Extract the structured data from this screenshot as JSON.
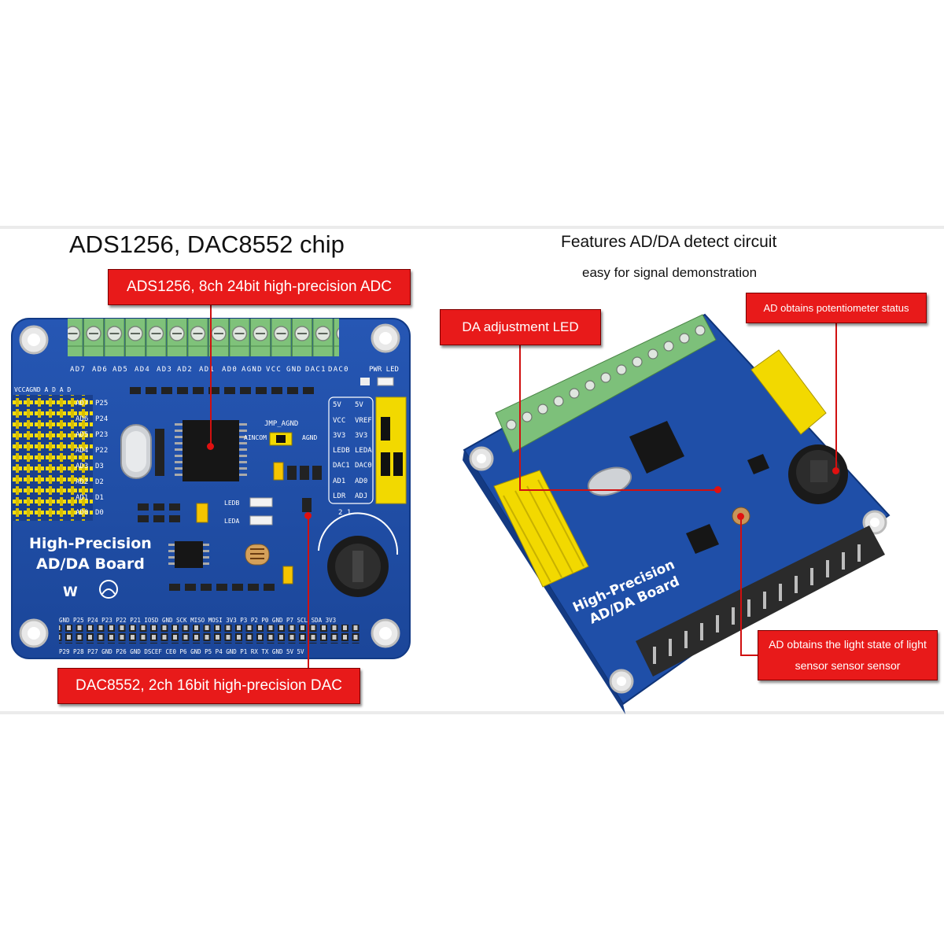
{
  "left_panel": {
    "heading": "ADS1256, DAC8552 chip",
    "callouts": {
      "adc": "ADS1256, 8ch 24bit high-precision ADC",
      "dac": "DAC8552, 2ch 16bit high-precision DAC"
    },
    "board": {
      "title_line1": "High-Precision",
      "title_line2": "AD/DA Board",
      "terminal_labels": [
        "AD7",
        "AD6",
        "AD5",
        "AD4",
        "AD3",
        "AD2",
        "AD1",
        "AD0",
        "AGND",
        "VCC",
        "GND",
        "DAC1",
        "DAC0"
      ],
      "pwr_led": "PWR LED",
      "header_top": "VCCAGND A D A D",
      "header_rows": [
        [
          "AD7",
          "P25"
        ],
        [
          "AD6",
          "P24"
        ],
        [
          "AD5",
          "P23"
        ],
        [
          "AD4",
          "P22"
        ],
        [
          "AD3",
          "D3"
        ],
        [
          "AD2",
          "D2"
        ],
        [
          "AD1",
          "D1"
        ],
        [
          "AD0",
          "D0"
        ]
      ],
      "jumper_labels": [
        [
          "5V",
          "5V"
        ],
        [
          "VCC",
          "VREF"
        ],
        [
          "3V3",
          "3V3"
        ],
        [
          "LEDB",
          "LEDA"
        ],
        [
          "DAC1",
          "DAC0"
        ],
        [
          "AD1",
          "AD0"
        ],
        [
          "LDR",
          "ADJ"
        ]
      ],
      "jumper_cols": "2 1",
      "jmp_agnd": "JMP_AGND",
      "aincom": "AINCOM",
      "agnd": "AGND",
      "ledb": "LEDB",
      "leda": "LEDA",
      "gpio_top": "GND P25 P24 P23 P22 P21 IOSD GND SCK MISO MOSI 3V3 P3 P2 P0 GND P7 SCL SDA 3V3",
      "gpio_bottom": "P29 P28 P27 GND P26 GND DSCEF CE0 P6 GND P5 P4 GND P1 RX TX GND 5V 5V"
    }
  },
  "right_panel": {
    "heading": "Features AD/DA detect circuit",
    "subheading": "easy for signal demonstration",
    "callouts": {
      "led": "DA adjustment LED",
      "pot": "AD obtains potentiometer status",
      "light_line1": "AD obtains the light state of light",
      "light_line2": "sensor sensor sensor"
    },
    "board": {
      "title_line1": "High-Precision",
      "title_line2": "AD/DA Board"
    }
  },
  "colors": {
    "callout_fill": "#e81a1a",
    "pcb_blue": "#1f4fa8",
    "terminal_green": "#7dc07a",
    "header_yellow": "#f2d900"
  }
}
